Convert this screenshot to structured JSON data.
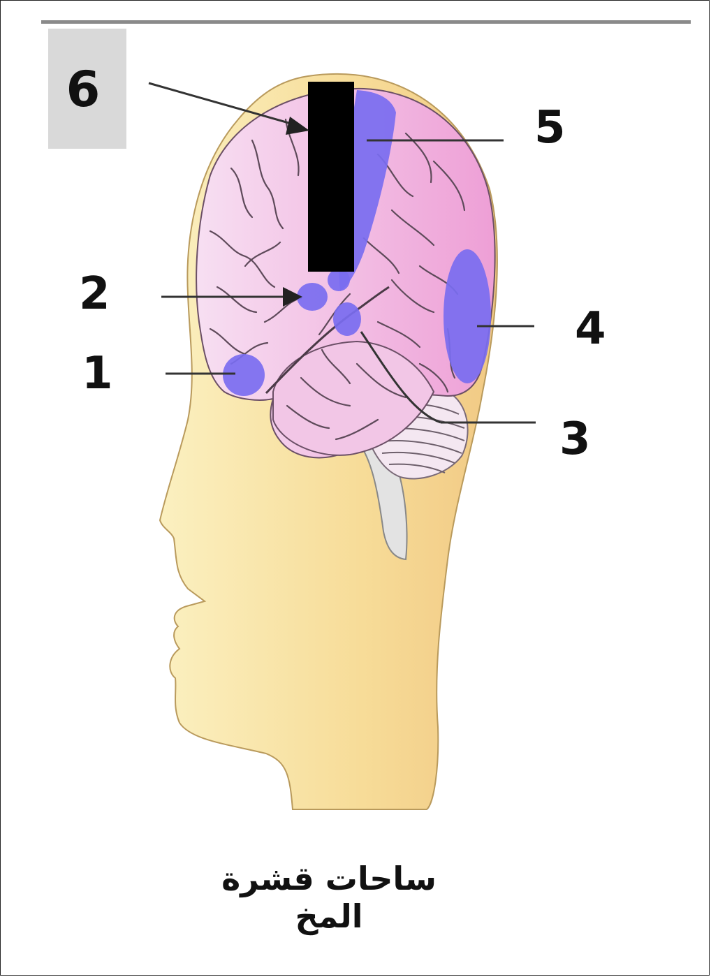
{
  "figure": {
    "number": "6"
  },
  "labels": [
    "1",
    "2",
    "3",
    "4",
    "5"
  ],
  "caption": "ساحات قشرة المخ",
  "colors": {
    "head_skin": "#f7e3a6",
    "brain_pink": "#f2bfe6",
    "cortex_area": "#7a6cf0",
    "cerebellum": "#f0e4ee",
    "brainstem": "#e3e3e3",
    "redaction": "#000000",
    "figure_box": "#d9d9d9"
  }
}
